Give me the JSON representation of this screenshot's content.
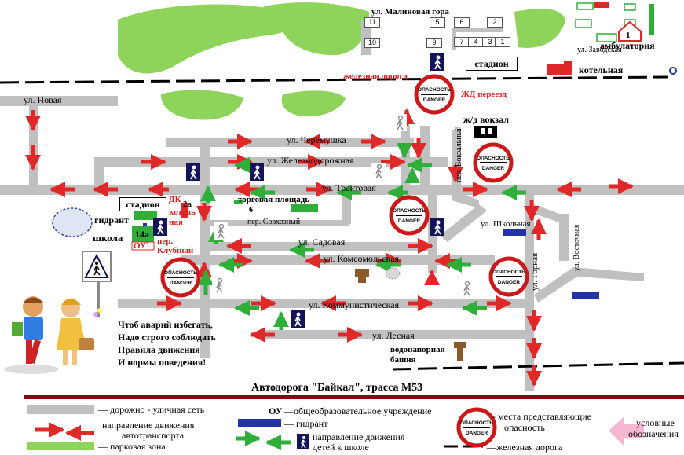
{
  "streets": {
    "malinovaya_gora": "ул. Малиновая гора",
    "zavodskaya": "ул. Заводская",
    "novaya": "ул. Новая",
    "cheryomushka": "ул. Черёмушка",
    "zheleznodorozhnaya": "ул. Железнодорожная",
    "traktovaya": "ул. Трактовая",
    "sovkhozny": "пер. Совхозный",
    "sadovaya": "ул. Садовая",
    "komsomolskaya": "ул. Комсомольская",
    "kommunisticheskaya": "ул. Коммунистическая",
    "lesnaya": "ул. Лесная",
    "vokzalny": "пер. Вокзальный",
    "shkolnaya": "ул. Школьная",
    "gornaya": "ул. Горная",
    "vostochnaya": "ул. Восточная",
    "klubny": "пер. Клубный"
  },
  "places": {
    "stadium_top": "стадион",
    "stadium_left": "стадион",
    "ambulatoria": "амбулатория",
    "kotelnaya_top": "котельная",
    "railway_label": "железная дорога",
    "crossing": "ЖД переезд",
    "station": "ж/д вокзал",
    "market": "торговая площадь",
    "market_num": "6",
    "hydrant": "гидрант",
    "school": "школа",
    "school_num": "14а",
    "ou": "ОУ",
    "dk": "ДК",
    "dk_num": "2а",
    "kotelnaya_left_1": "котель",
    "kotelnaya_left_2": "ная",
    "water_tower_1": "водонапорная",
    "water_tower_2": "башня",
    "highway": "Автодорога \"Байкал\", трасса М53",
    "ambulatoria_num": "1"
  },
  "houses": [
    "11",
    "5",
    "6",
    "2",
    "10",
    "9",
    "7",
    "4",
    "3",
    "1"
  ],
  "danger": {
    "top": "ОПАСНОСТЬ",
    "bottom": "DANGER"
  },
  "poem": [
    "Чтоб аварий избегать,",
    "Надо строго соблюдать",
    "Правила движения",
    "И нормы поведения!"
  ],
  "legend": {
    "roads": "дорожно - уличная сеть",
    "traffic_1": "направление движения",
    "traffic_2": "автотранспорта",
    "park": "парковая зона",
    "ou_short": "ОУ",
    "school_inst": "общеобразовательное учреждение",
    "hydrant": "гидрант",
    "children_1": "направление движения",
    "children_2": "детей к школе",
    "danger_1": "места представляющие",
    "danger_2": "опасность",
    "railway": "железная дорога",
    "symbols_1": "условные",
    "symbols_2": "обозначения"
  },
  "colors": {
    "road": "#c0c0c0",
    "traffic_arrow": "#e02828",
    "child_arrow": "#2fae3a",
    "park": "#8ed35a",
    "rail": "#000000",
    "highway": "#7a0f0f",
    "hydrant": "#2233aa"
  }
}
